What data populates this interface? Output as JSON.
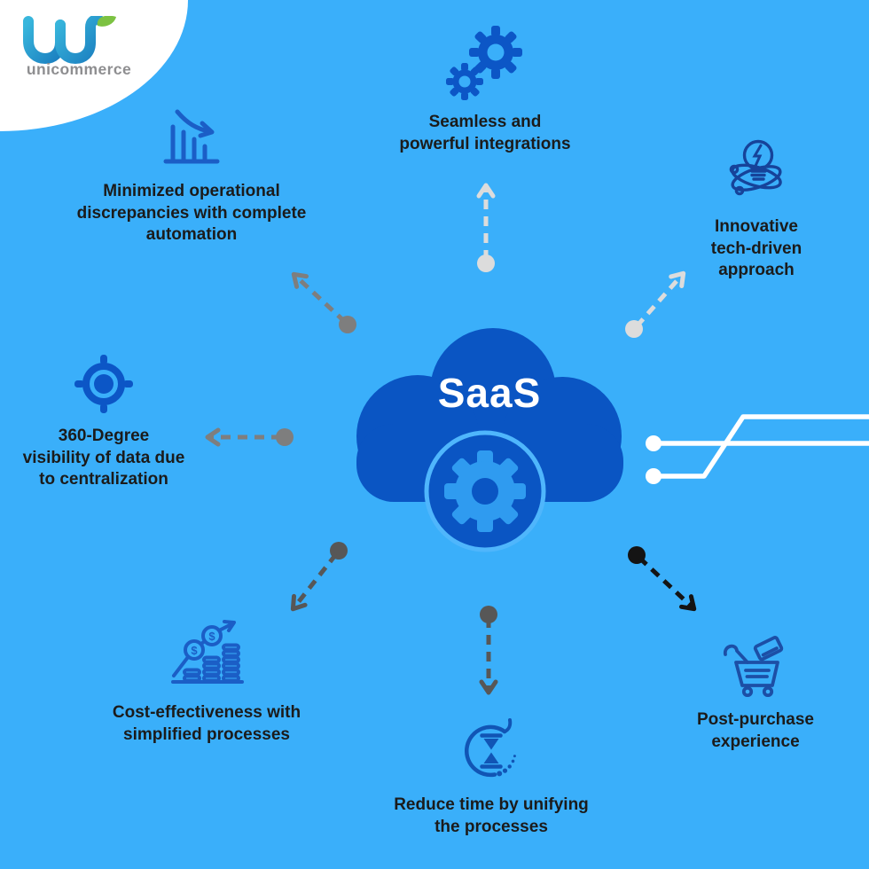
{
  "logo": {
    "brand": "unicommerce",
    "monogram_colors": [
      "#38B6DC",
      "#1B7FC0"
    ],
    "leaf_color": "#7CC242",
    "text_color": "#8E8E90"
  },
  "center": {
    "label": "SaaS",
    "cloud_color": "#0A55C3",
    "gear_color": "#2F9BF0",
    "ring_color": "#4FB6FC",
    "text_color": "#FFFFFF"
  },
  "page": {
    "background_color": "#3AAFFA",
    "label_text_color": "#1B1B1B"
  },
  "benefits": [
    {
      "id": "seamless-integrations",
      "icon": "gears-icon",
      "label": "Seamless and\npowerful integrations"
    },
    {
      "id": "innovative-tech",
      "icon": "lightbulb-tech-icon",
      "label": "Innovative\ntech-driven\napproach"
    },
    {
      "id": "minimized-discrepancies",
      "icon": "declining-chart-icon",
      "label": "Minimized operational\ndiscrepancies with complete\nautomation"
    },
    {
      "id": "360-visibility",
      "icon": "target-icon",
      "label": "360-Degree\nvisibility of data due\nto centralization"
    },
    {
      "id": "cost-effectiveness",
      "icon": "growth-coins-icon",
      "label": "Cost-effectiveness with\nsimplified processes"
    },
    {
      "id": "reduce-time",
      "icon": "hourglass-refresh-icon",
      "label": "Reduce time by unifying\nthe processes"
    },
    {
      "id": "post-purchase",
      "icon": "shopping-cart-icon",
      "label": "Post-purchase\nexperience"
    }
  ],
  "connectors": {
    "arrows": [
      {
        "direction": "up",
        "color": "#DCDCDC"
      },
      {
        "direction": "up-right",
        "color": "#DCDCDC"
      },
      {
        "direction": "up-left",
        "color": "#7E7E7E"
      },
      {
        "direction": "left",
        "color": "#7E7E7E"
      },
      {
        "direction": "down-left",
        "color": "#575757"
      },
      {
        "direction": "down",
        "color": "#575757"
      },
      {
        "direction": "down-right",
        "color": "#141414"
      }
    ],
    "circuit_lines": {
      "color": "#FFFFFF",
      "count": 2
    }
  }
}
